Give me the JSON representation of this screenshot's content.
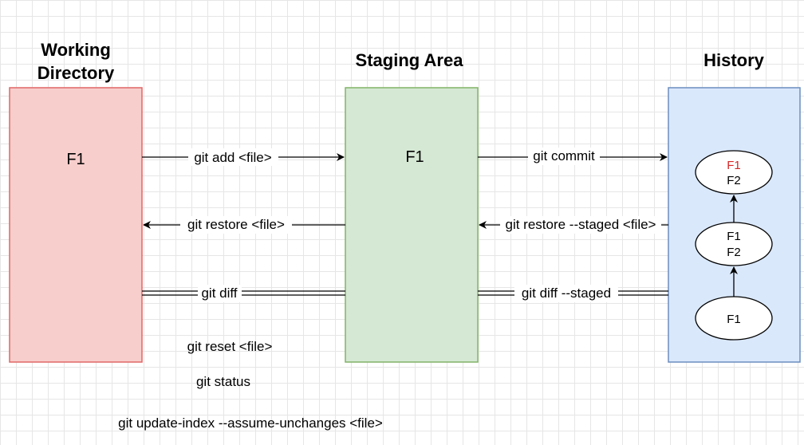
{
  "headings": {
    "working_line1": "Working",
    "working_line2": "Directory",
    "staging": "Staging Area",
    "history": "History"
  },
  "areas": {
    "working": {
      "file": "F1"
    },
    "staging": {
      "file": "F1"
    }
  },
  "commands": {
    "add": "git add <file>",
    "restore": "git restore <file>",
    "diff": "git diff",
    "commit": "git commit",
    "restore_staged": "git restore --staged <file>",
    "diff_staged": "git diff --staged",
    "reset": "git reset <file>",
    "status": "git status",
    "update_index": "git update-index --assume-unchanges <file>"
  },
  "history": {
    "commits": [
      {
        "files": [
          "F1",
          "F2"
        ],
        "highlight": "F1"
      },
      {
        "files": [
          "F1",
          "F2"
        ]
      },
      {
        "files": [
          "F1"
        ]
      }
    ]
  },
  "colors": {
    "working_fill": "#f8cecc",
    "working_stroke": "#e06666",
    "staging_fill": "#d5e8d4",
    "staging_stroke": "#82b366",
    "history_fill": "#dae8fc",
    "history_stroke": "#6c8ebf",
    "highlight_text": "#d62728"
  }
}
